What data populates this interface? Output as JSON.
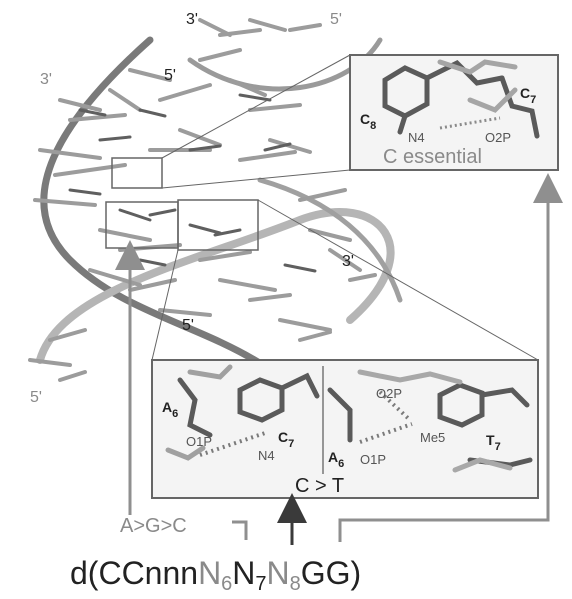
{
  "labels": {
    "strand_ends": [
      "3'",
      "5'",
      "3'",
      "5'",
      "3'",
      "5'",
      "5'"
    ],
    "top_inset": {
      "c8": "C",
      "c8_sub": "8",
      "c7": "C",
      "c7_sub": "7",
      "n4": "N4",
      "o2p": "O2P",
      "caption": "C essential"
    },
    "bottom_inset": {
      "a6_left": "A",
      "a6_left_sub": "6",
      "o1p_left": "O1P",
      "c7": "C",
      "c7_sub": "7",
      "n4": "N4",
      "o2p": "O2P",
      "me5": "Me5",
      "t7": "T",
      "t7_sub": "7",
      "a6_right": "A",
      "a6_right_sub": "6",
      "o1p_right": "O1P",
      "caption": "C > T"
    },
    "preference": "A>G>C",
    "sequence": {
      "prefix": "d(CCnnn",
      "n6": "N",
      "n6_sub": "6",
      "n7": "N",
      "n7_sub": "7",
      "n8": "N",
      "n8_sub": "8",
      "suffix": "GG)"
    }
  },
  "colors": {
    "light_gray": "#8a8a8a",
    "dark_gray": "#4a4a4a",
    "frame": "#666666",
    "arrow": "#8f8f8f"
  }
}
